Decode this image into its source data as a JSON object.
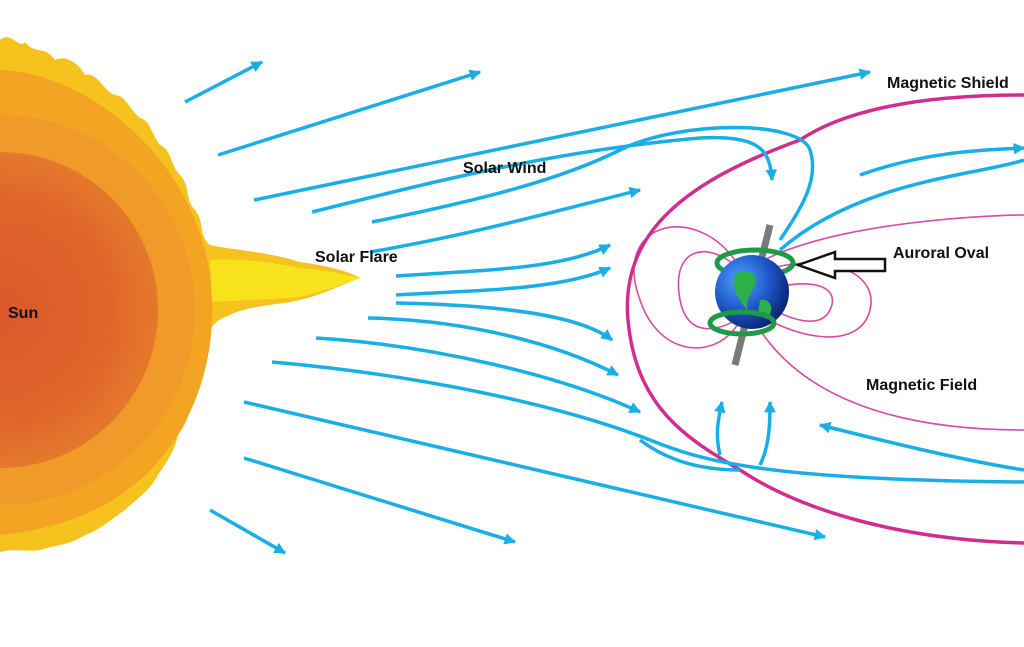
{
  "labels": {
    "sun": "Sun",
    "solar_flare": "Solar Flare",
    "solar_wind": "Solar Wind",
    "magnetic_shield": "Magnetic Shield",
    "auroral_oval": "Auroral Oval",
    "magnetic_field": "Magnetic Field"
  },
  "colors": {
    "wind": "#1aaee6",
    "shield": "#cf2e8e",
    "field": "#d94aa6",
    "aurora": "#1f9a48",
    "sun_core": "#e06a2a",
    "sun_rim": "#f4a423",
    "flame": "#f7d21c",
    "earth": "#2a5bbf"
  },
  "icons": [
    "sun-icon",
    "earth-icon",
    "arrow-left-icon"
  ]
}
